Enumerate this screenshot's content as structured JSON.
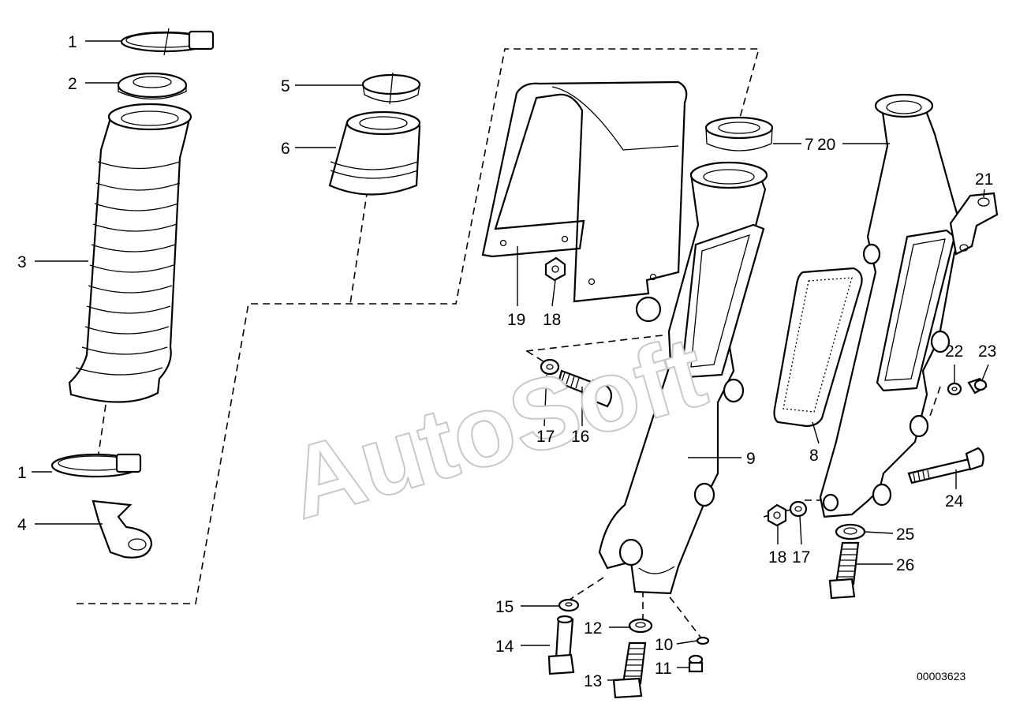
{
  "watermark": "AutoSoft",
  "document_number": "00003623",
  "callouts": [
    {
      "id": "c1a",
      "label": "1"
    },
    {
      "id": "c2",
      "label": "2"
    },
    {
      "id": "c3",
      "label": "3"
    },
    {
      "id": "c1b",
      "label": "1"
    },
    {
      "id": "c4",
      "label": "4"
    },
    {
      "id": "c5",
      "label": "5"
    },
    {
      "id": "c6",
      "label": "6"
    },
    {
      "id": "c19",
      "label": "19"
    },
    {
      "id": "c18a",
      "label": "18"
    },
    {
      "id": "c17a",
      "label": "17"
    },
    {
      "id": "c16",
      "label": "16"
    },
    {
      "id": "c7",
      "label": "7"
    },
    {
      "id": "c9",
      "label": "9"
    },
    {
      "id": "c15",
      "label": "15"
    },
    {
      "id": "c14",
      "label": "14"
    },
    {
      "id": "c12",
      "label": "12"
    },
    {
      "id": "c13",
      "label": "13"
    },
    {
      "id": "c10",
      "label": "10"
    },
    {
      "id": "c11",
      "label": "11"
    },
    {
      "id": "c20",
      "label": "20"
    },
    {
      "id": "c21",
      "label": "21"
    },
    {
      "id": "c8",
      "label": "8"
    },
    {
      "id": "c22",
      "label": "22"
    },
    {
      "id": "c23",
      "label": "23"
    },
    {
      "id": "c24",
      "label": "24"
    },
    {
      "id": "c18b",
      "label": "18"
    },
    {
      "id": "c17b",
      "label": "17"
    },
    {
      "id": "c25",
      "label": "25"
    },
    {
      "id": "c26",
      "label": "26"
    }
  ]
}
